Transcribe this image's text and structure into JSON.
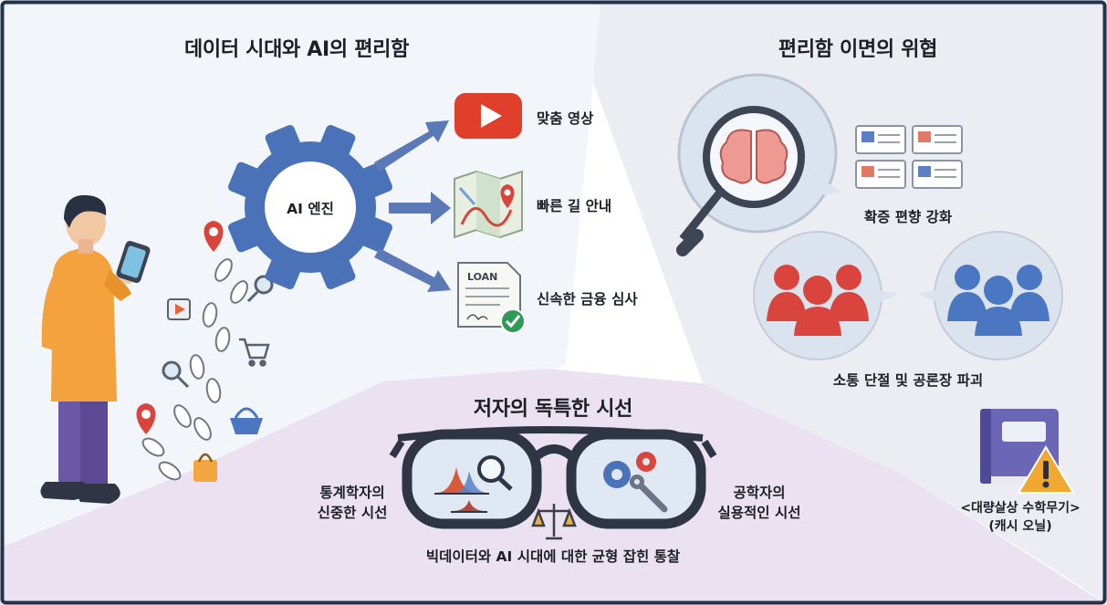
{
  "sections": {
    "convenience": {
      "title": "데이터 시대와 AI의 편리함",
      "engine_label": "AI 엔진",
      "outputs": [
        "맞춤 영상",
        "빠른 길 안내",
        "신속한 금융 심사"
      ],
      "loan_doc_label": "LOAN"
    },
    "threats": {
      "title": "편리함 이면의 위협",
      "items": [
        "확증 편향 강화",
        "소통 단절 및 공론장 파괴"
      ],
      "book_caption": [
        "<대량살상 수학무기>",
        "(캐시 오닐)"
      ]
    },
    "perspective": {
      "title": "저자의 독특한 시선",
      "left_view": [
        "통계학자의",
        "신중한 시선"
      ],
      "right_view": [
        "공학자의",
        "실용적인 시선"
      ],
      "insight": "빅데이터와 AI 시대에 대한 균형 잡힌 통찰"
    }
  },
  "colors": {
    "gear": "#4a72b8",
    "arrow": "#5b79b6",
    "youtube": "#e0402b",
    "person_shirt": "#f4a23e",
    "person_pants": "#6b57a5",
    "red_group": "#d9453d",
    "blue_group": "#4b76c1",
    "bottom_panel": "#ece1f0",
    "right_panel": "#ebedf2",
    "left_panel": "#f2f5f9",
    "warning": "#f0a830"
  },
  "icons": [
    "person-icon",
    "phone-icon",
    "footprint-icon",
    "location-pin-icon",
    "magnifier-icon",
    "video-icon",
    "cart-icon",
    "basket-icon",
    "bag-icon",
    "gear-icon",
    "youtube-icon",
    "map-icon",
    "loan-document-icon",
    "check-icon",
    "brain-icon",
    "news-cards-icon",
    "people-group-icon",
    "book-icon",
    "warning-icon",
    "glasses-icon",
    "bell-curve-icon",
    "scale-icon",
    "wrench-icon"
  ]
}
